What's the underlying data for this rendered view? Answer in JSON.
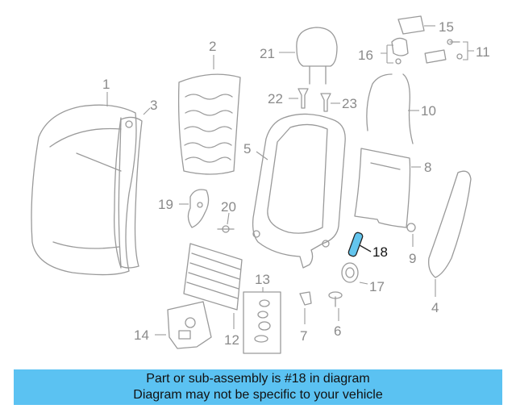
{
  "diagram": {
    "callouts": [
      "1",
      "2",
      "3",
      "4",
      "5",
      "6",
      "7",
      "8",
      "9",
      "10",
      "11",
      "12",
      "13",
      "14",
      "15",
      "16",
      "17",
      "18",
      "19",
      "20",
      "21",
      "22",
      "23"
    ],
    "highlighted_callout": "18",
    "colors": {
      "line": "#9a9a9a",
      "label": "#8a8a8a",
      "highlight_fill": "#63c5ee",
      "highlight_text": "#111111"
    }
  },
  "banner": {
    "line1": "Part or sub-assembly is #18 in diagram",
    "line2": "Diagram may not be specific to your vehicle",
    "background": "#5bc2f2"
  }
}
